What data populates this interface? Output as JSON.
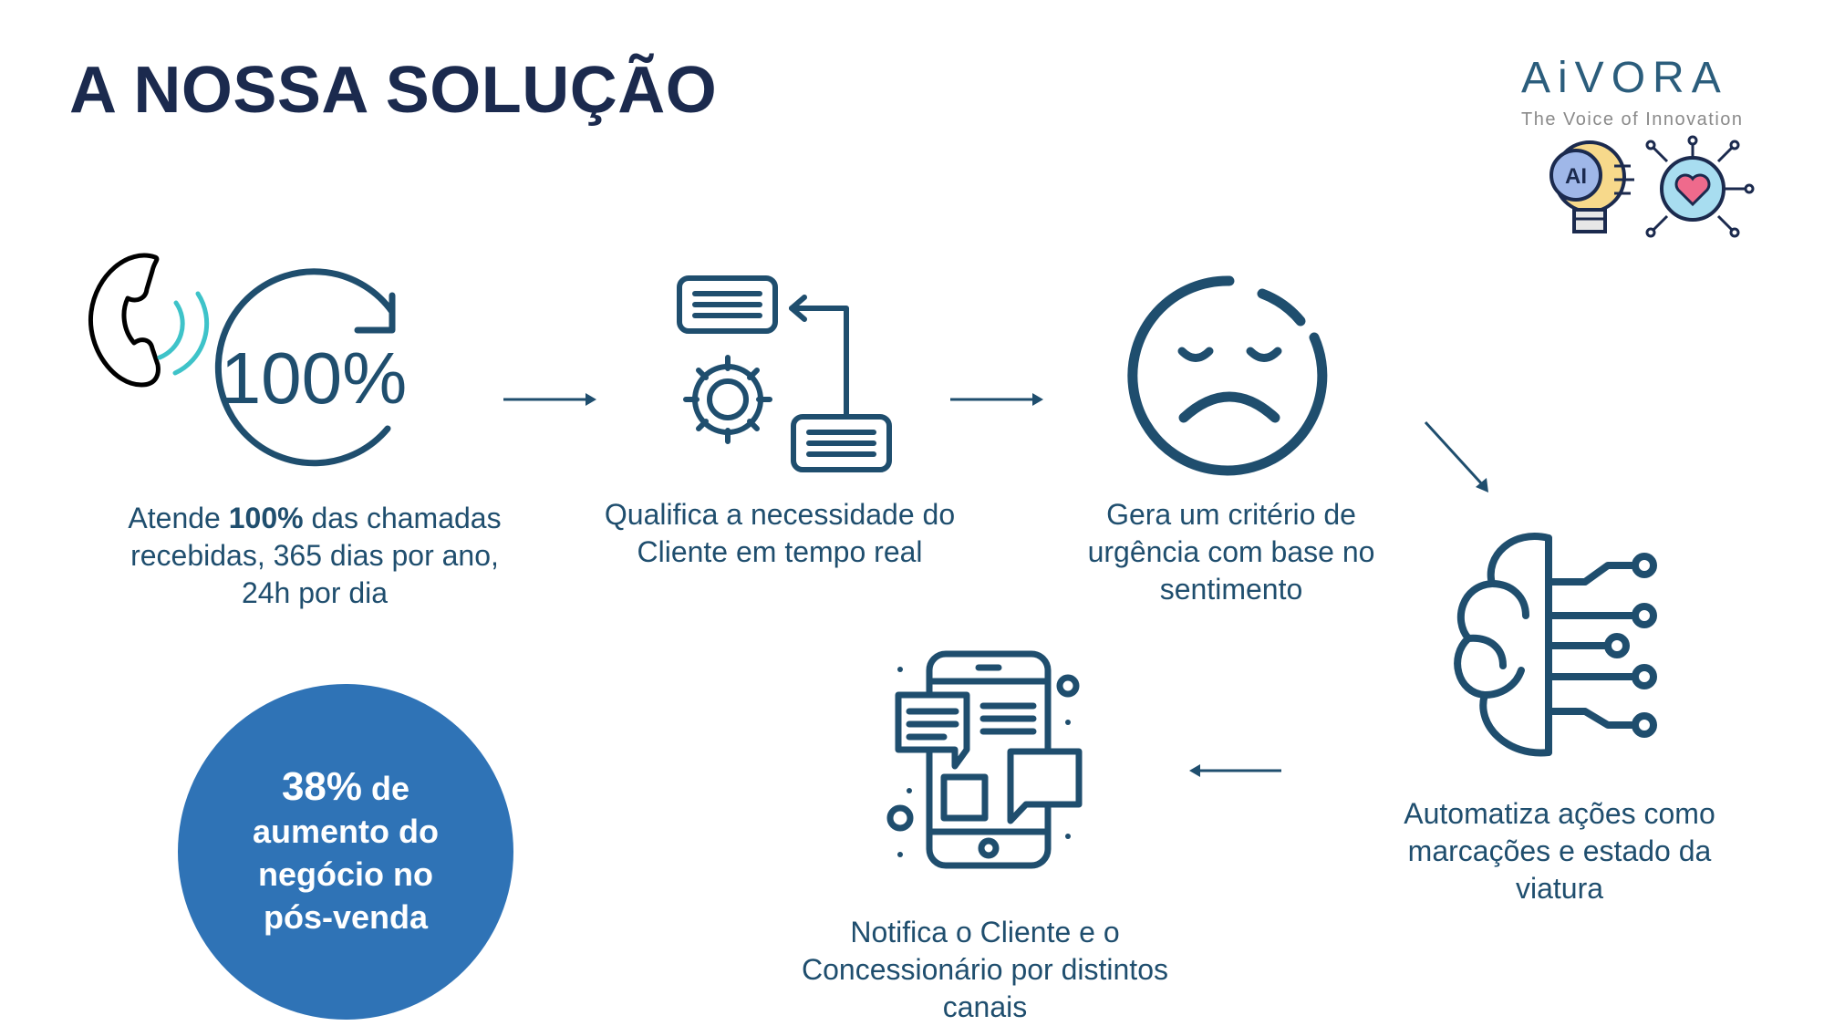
{
  "title": "A NOSSA SOLUÇÃO",
  "logo": {
    "wordmark": "AiVORA",
    "tagline": "The Voice of Innovation",
    "ai_badge": "AI"
  },
  "steps": [
    {
      "pre": "Atende ",
      "bold": "100%",
      "post": " das chamadas recebidas, 365 dias por ano, 24h por dia",
      "icon_text": "100%"
    },
    {
      "text": "Qualifica a necessidade do Cliente em tempo real"
    },
    {
      "text": "Gera um critério de urgência com base no sentimento"
    },
    {
      "text": "Automatiza ações como marcações e estado da viatura"
    },
    {
      "text": "Notifica o Cliente e o Concessionário por distintos canais"
    }
  ],
  "stat": {
    "value": "38%",
    "rest1": " de",
    "line2": "aumento do",
    "line3": "negócio no",
    "line4": "pós-venda"
  },
  "colors": {
    "primary": "#1f4e6e",
    "title": "#1b2a4e",
    "stat_circle": "#2f73b6",
    "teal": "#3ec3c9"
  },
  "icons": [
    "phone-icon",
    "refresh-circle-icon",
    "workflow-icon",
    "sad-face-icon",
    "brain-circuit-icon",
    "smartphone-chat-icon",
    "lightbulb-ai-icon",
    "circuit-heart-icon"
  ]
}
